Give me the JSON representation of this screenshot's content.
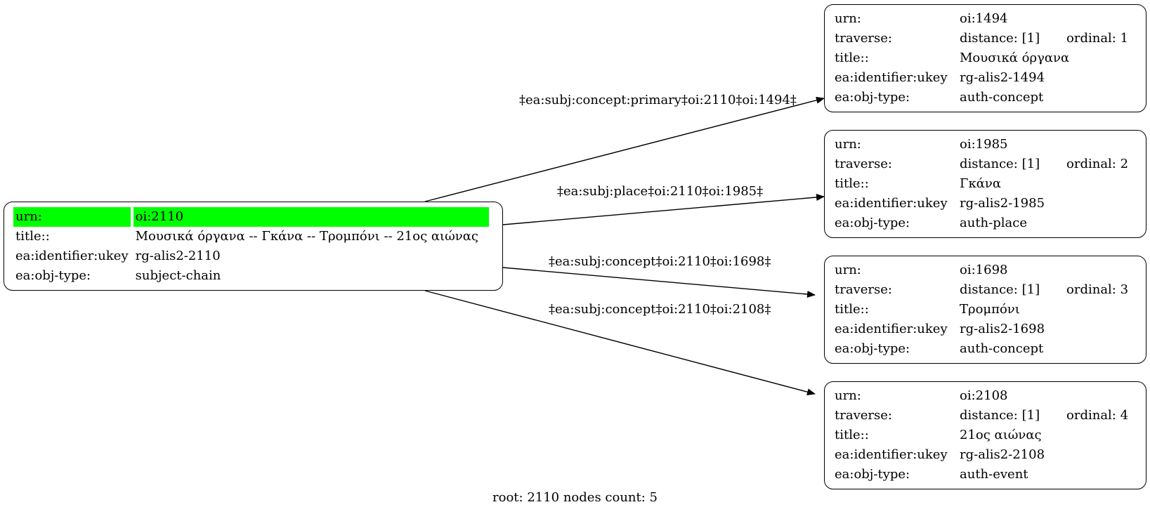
{
  "root": {
    "rows": [
      {
        "key": "urn:",
        "value": "oi:2110"
      },
      {
        "key": "title::",
        "value": "Μουσικά όργανα -- Γκάνα -- Τρομπόνι -- 21ος αιώνας"
      },
      {
        "key": "ea:identifier:ukey",
        "value": "rg-alis2-2110"
      },
      {
        "key": "ea:obj-type:",
        "value": "subject-chain"
      }
    ]
  },
  "children": [
    {
      "urn_label": "urn:",
      "urn": "oi:1494",
      "traverse_label": "traverse:",
      "distance": "distance: [1]",
      "ordinal": "ordinal: 1",
      "title_label": "title::",
      "title": "Μουσικά όργανα",
      "ukey_label": "ea:identifier:ukey",
      "ukey": "rg-alis2-1494",
      "type_label": "ea:obj-type:",
      "type": "auth-concept"
    },
    {
      "urn_label": "urn:",
      "urn": "oi:1985",
      "traverse_label": "traverse:",
      "distance": "distance: [1]",
      "ordinal": "ordinal: 2",
      "title_label": "title::",
      "title": "Γκάνα",
      "ukey_label": "ea:identifier:ukey",
      "ukey": "rg-alis2-1985",
      "type_label": "ea:obj-type:",
      "type": "auth-place"
    },
    {
      "urn_label": "urn:",
      "urn": "oi:1698",
      "traverse_label": "traverse:",
      "distance": "distance: [1]",
      "ordinal": "ordinal: 3",
      "title_label": "title::",
      "title": "Τρομπόνι",
      "ukey_label": "ea:identifier:ukey",
      "ukey": "rg-alis2-1698",
      "type_label": "ea:obj-type:",
      "type": "auth-concept"
    },
    {
      "urn_label": "urn:",
      "urn": "oi:2108",
      "traverse_label": "traverse:",
      "distance": "distance: [1]",
      "ordinal": "ordinal: 4",
      "title_label": "title::",
      "title": "21ος αιώνας",
      "ukey_label": "ea:identifier:ukey",
      "ukey": "rg-alis2-2108",
      "type_label": "ea:obj-type:",
      "type": "auth-event"
    }
  ],
  "edges": [
    {
      "label": "‡ea:subj:concept:primary‡oi:2110‡oi:1494‡"
    },
    {
      "label": "‡ea:subj:place‡oi:2110‡oi:1985‡"
    },
    {
      "label": "‡ea:subj:concept‡oi:2110‡oi:1698‡"
    },
    {
      "label": "‡ea:subj:concept‡oi:2110‡oi:2108‡"
    }
  ],
  "footer": "root: 2110 nodes count: 5",
  "colors": {
    "highlight": "#00ff00",
    "stroke": "#000000"
  }
}
